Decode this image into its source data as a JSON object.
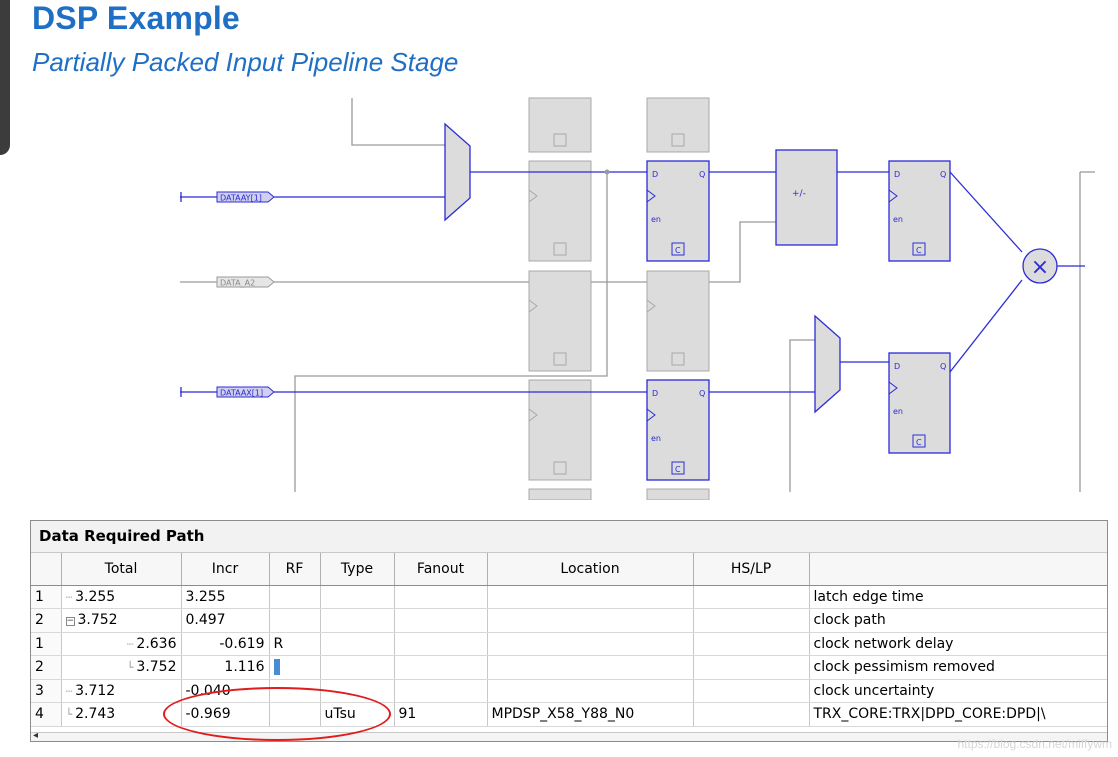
{
  "slide": {
    "title": "DSP Example",
    "subtitle": "Partially Packed Input Pipeline Stage"
  },
  "schematic": {
    "inputs": [
      "DATAAY[1]",
      "DATA_A2",
      "DATAAX[1]"
    ],
    "register_pin_d": "D",
    "register_pin_q": "Q",
    "register_pin_en": "en",
    "register_pin_clk": "C",
    "adder_label": "+/-",
    "multiplier_symbol": "×",
    "colors": {
      "active": "#2b2bd6",
      "inactive": "#9a9a9a",
      "fill": "#dcdcdc"
    }
  },
  "table": {
    "title": "Data Required Path",
    "columns": [
      "",
      "Total",
      "Incr",
      "RF",
      "Type",
      "Fanout",
      "Location",
      "HS/LP",
      ""
    ],
    "rows": [
      {
        "index": "1",
        "total": "3.255",
        "incr": "3.255",
        "rf": "",
        "type": "",
        "fanout": "",
        "location": "",
        "hslp": "",
        "element": "latch edge time"
      },
      {
        "index": "2",
        "total": "3.752",
        "incr": "0.497",
        "rf": "",
        "type": "",
        "fanout": "",
        "location": "",
        "hslp": "",
        "element": "clock path"
      },
      {
        "index": "1",
        "total": "2.636",
        "incr": "-0.619",
        "rf": "R",
        "type": "",
        "fanout": "",
        "location": "",
        "hslp": "",
        "element": "clock network delay"
      },
      {
        "index": "2",
        "total": "3.752",
        "incr": "1.116",
        "rf": "",
        "type": "",
        "fanout": "",
        "location": "",
        "hslp": "",
        "element": "clock pessimism removed"
      },
      {
        "index": "3",
        "total": "3.712",
        "incr": "-0.040",
        "rf": "",
        "type": "",
        "fanout": "",
        "location": "",
        "hslp": "",
        "element": "clock uncertainty"
      },
      {
        "index": "4",
        "total": "2.743",
        "incr": "-0.969",
        "rf": "",
        "type": "uTsu",
        "fanout": "91",
        "location": "MPDSP_X58_Y88_N0",
        "hslp": "",
        "element": "TRX_CORE:TRX|DPD_CORE:DPD|\\"
      }
    ]
  },
  "watermark": "https://blog.csdn.net/miffywm"
}
